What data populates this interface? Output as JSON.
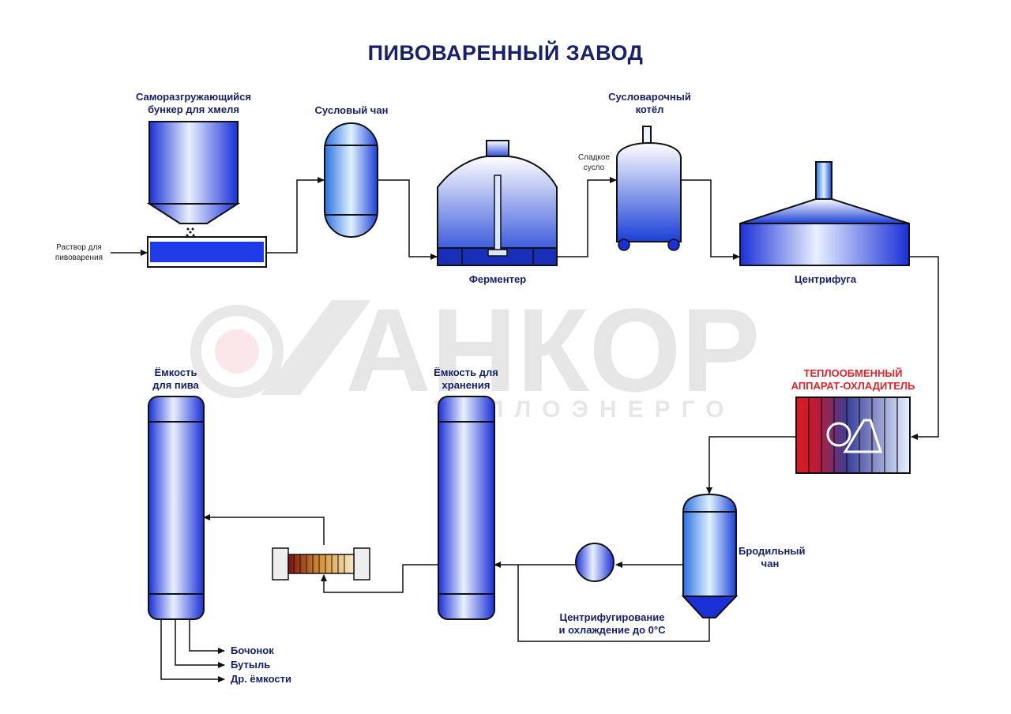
{
  "title": "ПИВОВАРЕННЫЙ ЗАВОД",
  "watermark": {
    "main": "АНКОР",
    "sub": "ТЕПЛОЭНЕРГО"
  },
  "labels": {
    "hopper": "Саморазгружающийся\nбункер для хмеля",
    "brew_solution": "Раствор для\nпивоварения",
    "wort_vat": "Сусловый чан",
    "fermenter": "Ферментер",
    "sweet_wort": "Сладкое\nсусло",
    "wort_kettle": "Сусловарочный\nкотёл",
    "centrifuge": "Центрифуга",
    "heat_exchanger": "ТЕПЛООБМЕННЫЙ\nАППАРАТ-ОХЛАДИТЕЛЬ",
    "fermenting_vat": "Бродильный\nчан",
    "centrifuge_cooling": "Центрифугирование\nи охлаждение до 0°С",
    "storage_tank": "Ёмкость для\nхранения",
    "beer_tank": "Ёмкость\nдля пива"
  },
  "outputs": [
    "Бочонок",
    "Бутыль",
    "Др. ёмкости"
  ],
  "colors": {
    "title": "#17206b",
    "vessel_dark": "#1a2fd6",
    "vessel_light": "#e8f0ff",
    "accent_red": "#e2242a",
    "line": "#111111"
  }
}
